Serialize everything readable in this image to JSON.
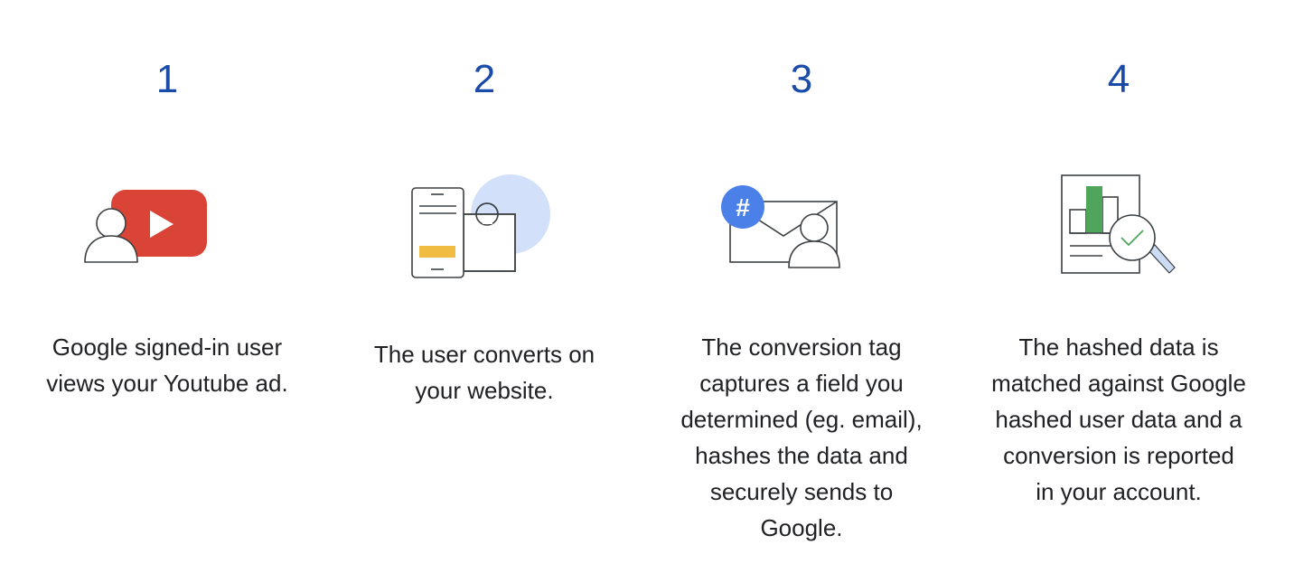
{
  "steps": [
    {
      "number": "1",
      "icon": "user-youtube-icon",
      "text": "Google signed-in user views your Youtube ad.",
      "lines": [
        "Google signed-in user",
        "views your Youtube ad."
      ]
    },
    {
      "number": "2",
      "icon": "phone-shopping-bag-icon",
      "text": "The user converts on your website.",
      "lines": [
        "The user converts on",
        "your website."
      ]
    },
    {
      "number": "3",
      "icon": "hashed-email-user-icon",
      "text": "The conversion tag captures a field you determined (eg. email), hashes the data and securely sends to Google.",
      "lines": [
        "The conversion tag",
        "captures a field you",
        "determined (eg. email),",
        "hashes the data and",
        "securely sends to",
        "Google."
      ]
    },
    {
      "number": "4",
      "icon": "report-magnifier-check-icon",
      "text": "The hashed data is matched against Google hashed user data and a conversion is reported in your account.",
      "lines": [
        "The hashed data is",
        "matched against Google",
        "hashed user data and a",
        "conversion is reported",
        "in your account."
      ]
    }
  ],
  "colors": {
    "number": "#1a4ba8",
    "youtube_red": "#d94436",
    "hash_blue": "#4a80e8",
    "bag_circle": "#d2e0fa",
    "phone_bar": "#f0bd42",
    "chart_green": "#4fa55a",
    "check_green": "#4fa55a",
    "magnifier_handle": "#cddcf5",
    "line": "#3c4043"
  }
}
